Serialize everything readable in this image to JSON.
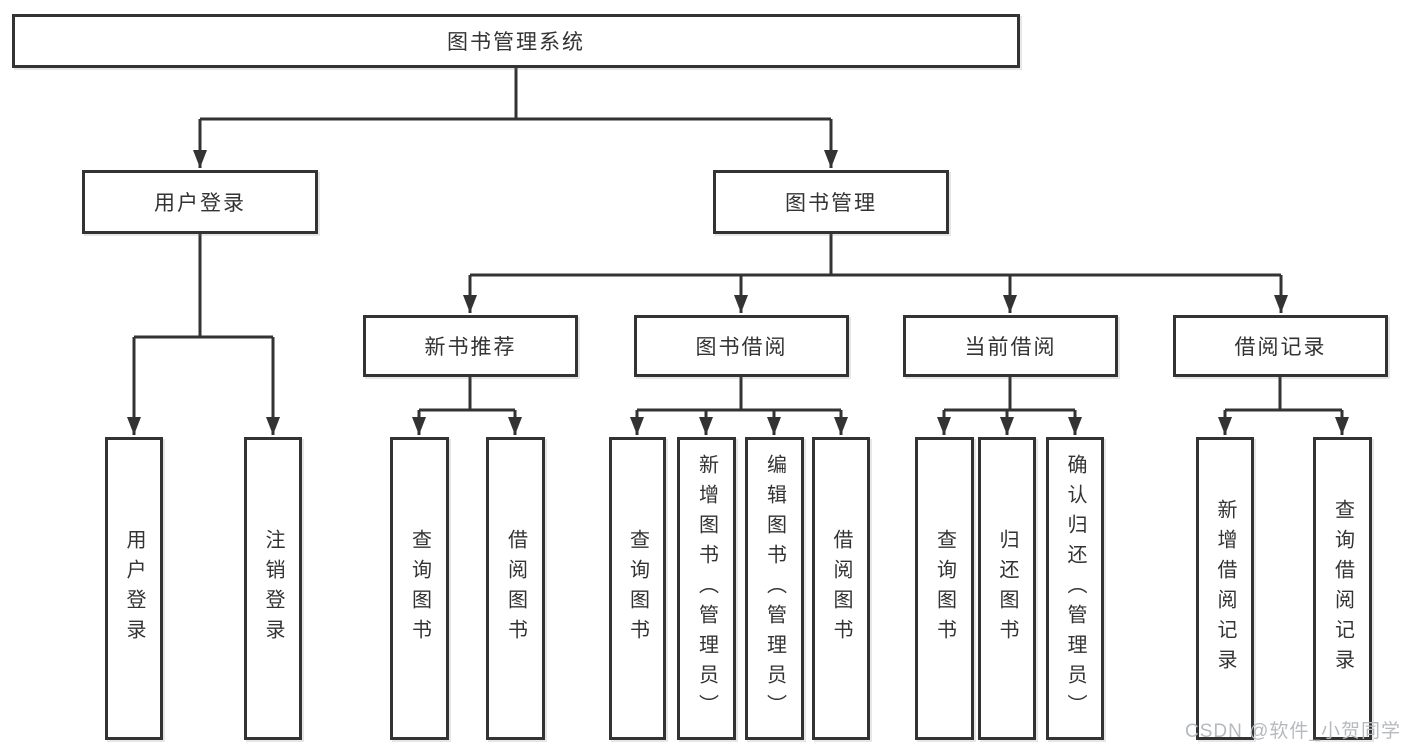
{
  "diagram": {
    "nodes": {
      "root": {
        "label": "图书管理系统"
      },
      "user_login": {
        "label": "用户登录"
      },
      "book_mgmt": {
        "label": "图书管理"
      },
      "new_book_rec": {
        "label": "新书推荐"
      },
      "book_borrow": {
        "label": "图书借阅"
      },
      "current_borrow": {
        "label": "当前借阅"
      },
      "borrow_records": {
        "label": "借阅记录"
      },
      "ul_login": {
        "label": "用户登录"
      },
      "ul_logout": {
        "label": "注销登录"
      },
      "nb_query": {
        "label": "查询图书"
      },
      "nb_borrow": {
        "label": "借阅图书"
      },
      "bb_query": {
        "label": "查询图书"
      },
      "bb_add": {
        "label": "新增图书（管理员）"
      },
      "bb_edit": {
        "label": "编辑图书（管理员）"
      },
      "bb_borrow": {
        "label": "借阅图书"
      },
      "cb_query": {
        "label": "查询图书"
      },
      "cb_return": {
        "label": "归还图书"
      },
      "cb_confirm": {
        "label": "确认归还（管理员）"
      },
      "br_add": {
        "label": "新增借阅记录"
      },
      "br_query": {
        "label": "查询借阅记录"
      }
    },
    "structure": {
      "图书管理系统": {
        "用户登录": [
          "用户登录",
          "注销登录"
        ],
        "图书管理": {
          "新书推荐": [
            "查询图书",
            "借阅图书"
          ],
          "图书借阅": [
            "查询图书",
            "新增图书（管理员）",
            "编辑图书（管理员）",
            "借阅图书"
          ],
          "当前借阅": [
            "查询图书",
            "归还图书",
            "确认归还（管理员）"
          ],
          "借阅记录": [
            "新增借阅记录",
            "查询借阅记录"
          ]
        }
      }
    },
    "colors": {
      "line": "#333333",
      "text": "#333333",
      "box_background": "#ffffff",
      "watermark": "#b6babe"
    }
  },
  "watermark": {
    "text": "CSDN @软件_小贺同学"
  }
}
